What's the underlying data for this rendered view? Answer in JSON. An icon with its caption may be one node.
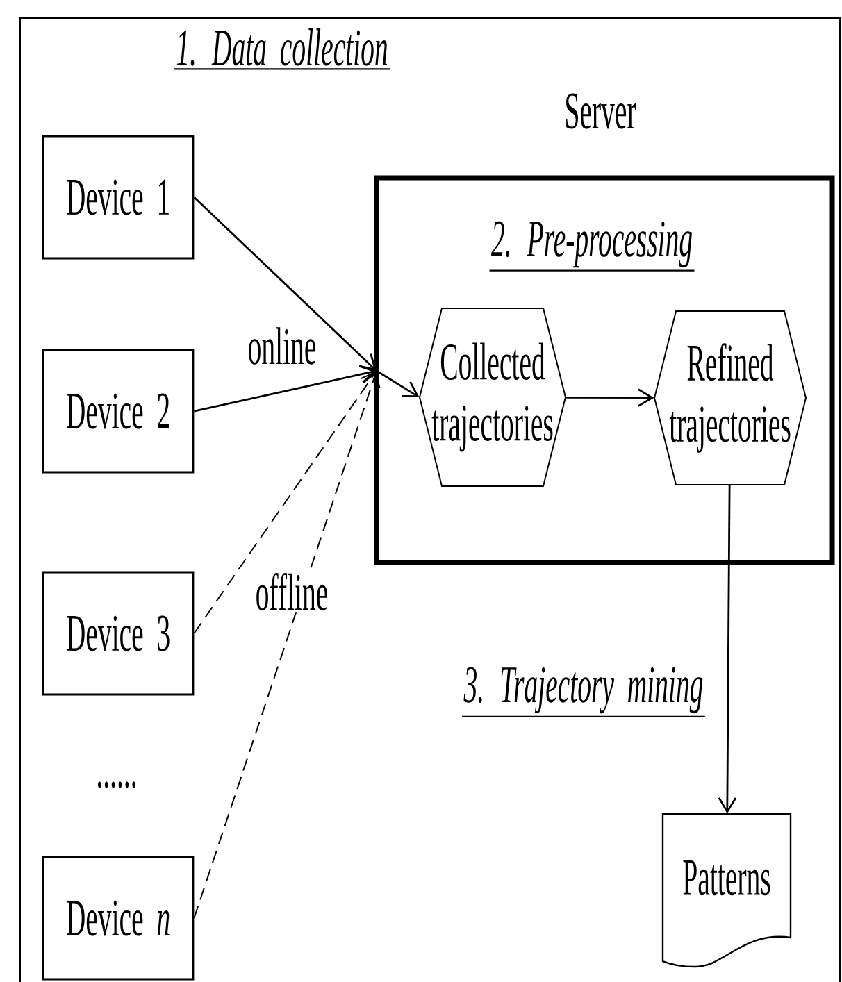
{
  "diagram": {
    "nodes": [
      {
        "text": [
          "Device 1"
        ]
      },
      {
        "text": [
          "Device 2"
        ]
      },
      {
        "text": [
          "Device 3"
        ]
      },
      {
        "text": [
          "Device *n*"
        ]
      },
      {
        "text": [
          "Server",
          "2. Pre-processing"
        ]
      },
      {
        "text": [
          "Collected trajectories"
        ],
        "in": 4
      },
      {
        "text": [
          "Refined trajectories"
        ],
        "in": 4
      },
      {
        "text": [
          "Patterns"
        ]
      }
    ],
    "edges": [
      {
        "from": 0,
        "to": 5,
        "arrow": "to"
      },
      {
        "from": 1,
        "to": 5,
        "arrow": "to",
        "label": "online"
      },
      {
        "from": 2,
        "to": 5,
        "arrow": "to",
        "style": "dashed"
      },
      {
        "from": 3,
        "to": 5,
        "arrow": "to",
        "style": "dashed",
        "label": "offline"
      },
      {
        "from": 5,
        "to": 6,
        "arrow": "to"
      },
      {
        "from": 6,
        "to": 7,
        "arrow": "to"
      }
    ],
    "labels": [
      "1. Data collection",
      "3. Trajectory mining",
      "......"
    ]
  }
}
